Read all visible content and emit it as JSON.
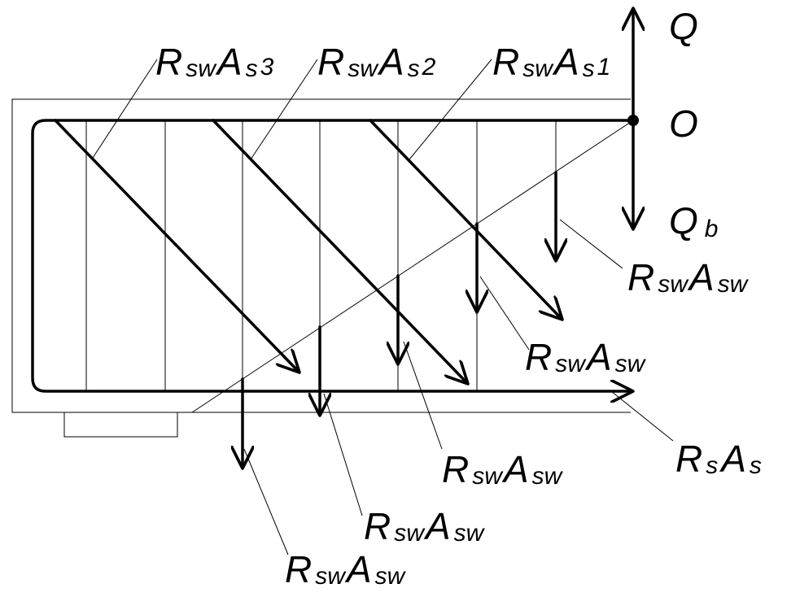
{
  "labels": {
    "Q": {
      "main": "Q",
      "sub": ""
    },
    "O": {
      "main": "O",
      "sub": ""
    },
    "Qb": {
      "main": "Q",
      "sub": "b"
    },
    "RswAs3": {
      "r": "R",
      "rsub": "sw",
      "a": "A",
      "asub": "s",
      "num": "3"
    },
    "RswAs2": {
      "r": "R",
      "rsub": "sw",
      "a": "A",
      "asub": "s",
      "num": "2"
    },
    "RswAs1": {
      "r": "R",
      "rsub": "sw",
      "a": "A",
      "asub": "s",
      "num": "1"
    },
    "RsAs": {
      "r": "R",
      "rsub": "s",
      "a": "A",
      "asub": "s"
    },
    "RswAsw": {
      "r": "R",
      "rsub": "sw",
      "a": "A",
      "asub": "sw"
    }
  },
  "colors": {
    "ink": "#000000",
    "background": "#ffffff"
  }
}
